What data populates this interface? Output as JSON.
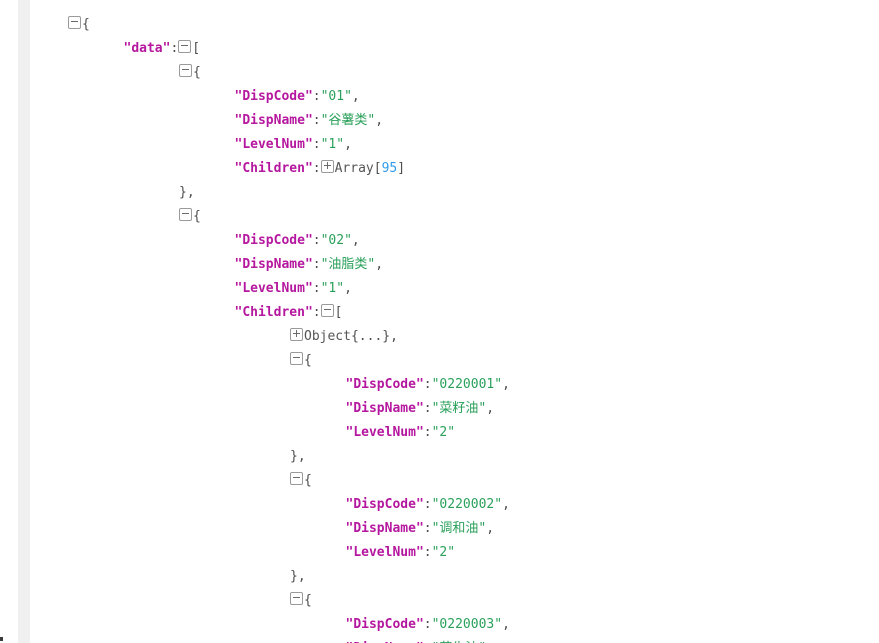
{
  "viewer": {
    "type": "json-tree-viewer",
    "colors": {
      "background": "#ffffff",
      "gutter": "#f0f0f0",
      "rule": "#ececec",
      "key": "#b5179e",
      "string": "#2aa05a",
      "number": "#2f9bec",
      "punctuation": "#4d4d4d",
      "toggle_border": "#9a9a9a"
    },
    "icons": {
      "collapse": "minus-box-icon",
      "expand": "plus-box-icon"
    }
  },
  "lines": [
    {
      "id": "l1",
      "indent": 0,
      "toggle": "minus",
      "tokens": [
        {
          "t": "brk",
          "v": "{"
        }
      ]
    },
    {
      "id": "l2",
      "indent": 1,
      "toggle": "minus",
      "tokens": [
        {
          "t": "k",
          "v": "\"data\""
        },
        {
          "t": "p",
          "v": ":"
        }
      ],
      "pre_toggle": true,
      "bracket": "["
    },
    {
      "id": "l3",
      "indent": 2,
      "toggle": "minus",
      "tokens": [
        {
          "t": "brk",
          "v": "{"
        }
      ]
    },
    {
      "id": "l4",
      "indent": 3,
      "toggle": null,
      "tokens": [
        {
          "t": "k",
          "v": "\"DispCode\""
        },
        {
          "t": "p",
          "v": ":"
        },
        {
          "t": "s",
          "v": "\"01\""
        },
        {
          "t": "p",
          "v": ","
        }
      ]
    },
    {
      "id": "l5",
      "indent": 3,
      "toggle": null,
      "tokens": [
        {
          "t": "k",
          "v": "\"DispName\""
        },
        {
          "t": "p",
          "v": ":"
        },
        {
          "t": "s",
          "v": "\"谷薯类\""
        },
        {
          "t": "p",
          "v": ","
        }
      ]
    },
    {
      "id": "l6",
      "indent": 3,
      "toggle": null,
      "tokens": [
        {
          "t": "k",
          "v": "\"LevelNum\""
        },
        {
          "t": "p",
          "v": ":"
        },
        {
          "t": "s",
          "v": "\"1\""
        },
        {
          "t": "p",
          "v": ","
        }
      ]
    },
    {
      "id": "l7",
      "indent": 3,
      "toggle": "plus",
      "tokens": [
        {
          "t": "k",
          "v": "\"Children\""
        },
        {
          "t": "p",
          "v": ":"
        }
      ],
      "pre_toggle": true,
      "after": [
        {
          "t": "meta",
          "v": "Array"
        },
        {
          "t": "brk",
          "v": "["
        },
        {
          "t": "n",
          "v": "95"
        },
        {
          "t": "brk",
          "v": "]"
        }
      ]
    },
    {
      "id": "l8",
      "indent": 2,
      "toggle": null,
      "tokens": [
        {
          "t": "brk",
          "v": "},"
        }
      ]
    },
    {
      "id": "l9",
      "indent": 2,
      "toggle": "minus",
      "tokens": [
        {
          "t": "brk",
          "v": "{"
        }
      ]
    },
    {
      "id": "l10",
      "indent": 3,
      "toggle": null,
      "tokens": [
        {
          "t": "k",
          "v": "\"DispCode\""
        },
        {
          "t": "p",
          "v": ":"
        },
        {
          "t": "s",
          "v": "\"02\""
        },
        {
          "t": "p",
          "v": ","
        }
      ]
    },
    {
      "id": "l11",
      "indent": 3,
      "toggle": null,
      "tokens": [
        {
          "t": "k",
          "v": "\"DispName\""
        },
        {
          "t": "p",
          "v": ":"
        },
        {
          "t": "s",
          "v": "\"油脂类\""
        },
        {
          "t": "p",
          "v": ","
        }
      ]
    },
    {
      "id": "l12",
      "indent": 3,
      "toggle": null,
      "tokens": [
        {
          "t": "k",
          "v": "\"LevelNum\""
        },
        {
          "t": "p",
          "v": ":"
        },
        {
          "t": "s",
          "v": "\"1\""
        },
        {
          "t": "p",
          "v": ","
        }
      ]
    },
    {
      "id": "l13",
      "indent": 3,
      "toggle": "minus",
      "tokens": [
        {
          "t": "k",
          "v": "\"Children\""
        },
        {
          "t": "p",
          "v": ":"
        }
      ],
      "pre_toggle": true,
      "bracket": "["
    },
    {
      "id": "l14",
      "indent": 4,
      "toggle": "plus",
      "tokens": [],
      "pre_toggle": true,
      "after": [
        {
          "t": "meta",
          "v": "Object"
        },
        {
          "t": "brk",
          "v": "{...},"
        }
      ]
    },
    {
      "id": "l15",
      "indent": 4,
      "toggle": "minus",
      "tokens": [
        {
          "t": "brk",
          "v": "{"
        }
      ]
    },
    {
      "id": "l16",
      "indent": 5,
      "toggle": null,
      "tokens": [
        {
          "t": "k",
          "v": "\"DispCode\""
        },
        {
          "t": "p",
          "v": ":"
        },
        {
          "t": "s",
          "v": "\"0220001\""
        },
        {
          "t": "p",
          "v": ","
        }
      ]
    },
    {
      "id": "l17",
      "indent": 5,
      "toggle": null,
      "tokens": [
        {
          "t": "k",
          "v": "\"DispName\""
        },
        {
          "t": "p",
          "v": ":"
        },
        {
          "t": "s",
          "v": "\"菜籽油\""
        },
        {
          "t": "p",
          "v": ","
        }
      ]
    },
    {
      "id": "l18",
      "indent": 5,
      "toggle": null,
      "tokens": [
        {
          "t": "k",
          "v": "\"LevelNum\""
        },
        {
          "t": "p",
          "v": ":"
        },
        {
          "t": "s",
          "v": "\"2\""
        }
      ]
    },
    {
      "id": "l19",
      "indent": 4,
      "toggle": null,
      "tokens": [
        {
          "t": "brk",
          "v": "},"
        }
      ]
    },
    {
      "id": "l20",
      "indent": 4,
      "toggle": "minus",
      "tokens": [
        {
          "t": "brk",
          "v": "{"
        }
      ]
    },
    {
      "id": "l21",
      "indent": 5,
      "toggle": null,
      "tokens": [
        {
          "t": "k",
          "v": "\"DispCode\""
        },
        {
          "t": "p",
          "v": ":"
        },
        {
          "t": "s",
          "v": "\"0220002\""
        },
        {
          "t": "p",
          "v": ","
        }
      ]
    },
    {
      "id": "l22",
      "indent": 5,
      "toggle": null,
      "tokens": [
        {
          "t": "k",
          "v": "\"DispName\""
        },
        {
          "t": "p",
          "v": ":"
        },
        {
          "t": "s",
          "v": "\"调和油\""
        },
        {
          "t": "p",
          "v": ","
        }
      ]
    },
    {
      "id": "l23",
      "indent": 5,
      "toggle": null,
      "tokens": [
        {
          "t": "k",
          "v": "\"LevelNum\""
        },
        {
          "t": "p",
          "v": ":"
        },
        {
          "t": "s",
          "v": "\"2\""
        }
      ]
    },
    {
      "id": "l24",
      "indent": 4,
      "toggle": null,
      "tokens": [
        {
          "t": "brk",
          "v": "},"
        }
      ]
    },
    {
      "id": "l25",
      "indent": 4,
      "toggle": "minus",
      "tokens": [
        {
          "t": "brk",
          "v": "{"
        }
      ]
    },
    {
      "id": "l26",
      "indent": 5,
      "toggle": null,
      "tokens": [
        {
          "t": "k",
          "v": "\"DispCode\""
        },
        {
          "t": "p",
          "v": ":"
        },
        {
          "t": "s",
          "v": "\"0220003\""
        },
        {
          "t": "p",
          "v": ","
        }
      ]
    },
    {
      "id": "l27",
      "indent": 5,
      "toggle": null,
      "tokens": [
        {
          "t": "k",
          "v": "\"DispName\""
        },
        {
          "t": "p",
          "v": ":"
        },
        {
          "t": "s",
          "v": "\"花生油\""
        },
        {
          "t": "p",
          "v": ","
        }
      ]
    }
  ]
}
